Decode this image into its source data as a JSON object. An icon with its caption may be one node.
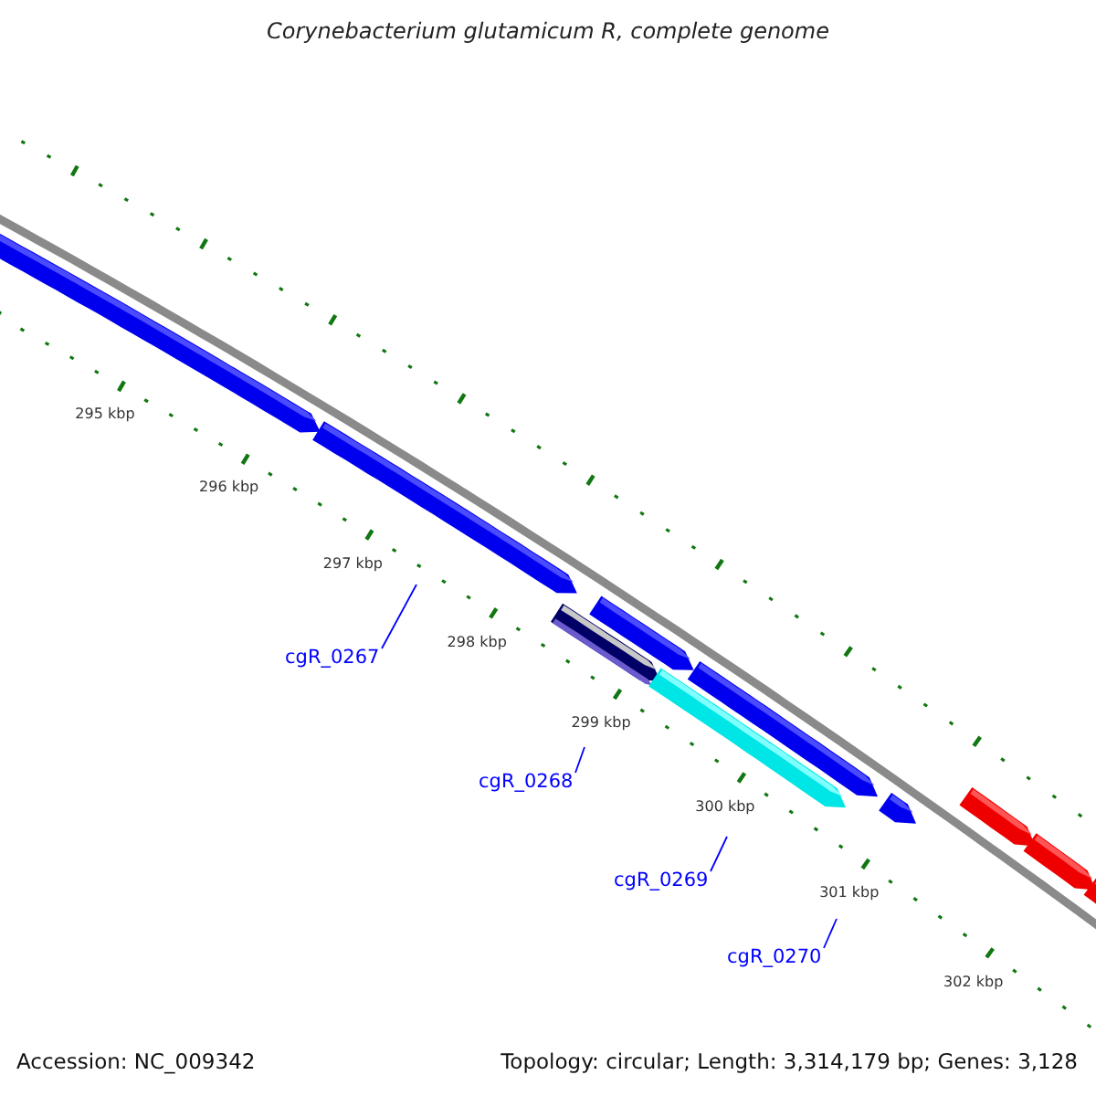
{
  "diagram": {
    "title": "Corynebacterium glutamicum R, complete genome",
    "nodes": [
      {
        "text": [
          "cgR_0267"
        ]
      },
      {
        "text": [
          "cgR_0268"
        ]
      },
      {
        "text": [
          "cgR_0269"
        ]
      },
      {
        "text": [
          "cgR_0270"
        ]
      }
    ],
    "edges": [
      {
        "from": 0,
        "to": null,
        "arrow": "none"
      },
      {
        "from": 1,
        "to": null,
        "arrow": "none"
      },
      {
        "from": 2,
        "to": null,
        "arrow": "none"
      },
      {
        "from": 3,
        "to": null,
        "arrow": "none"
      }
    ],
    "labels": [
      "295 kbp",
      "296 kbp",
      "297 kbp",
      "298 kbp",
      "299 kbp",
      "300 kbp",
      "301 kbp",
      "302 kbp",
      "Accession: NC_009342",
      "Topology: circular; Length: 3,314,179 bp; Genes: 3,128"
    ]
  }
}
